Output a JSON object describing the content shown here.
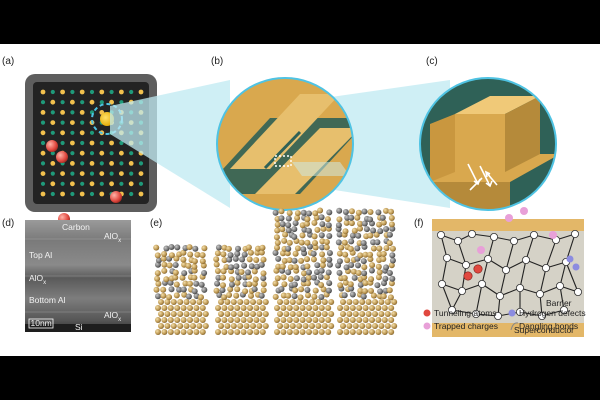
{
  "panels": {
    "a": "(a)",
    "b": "(b)",
    "c": "(c)",
    "d": "(d)",
    "e": "(e)",
    "f": "(f)"
  },
  "tem": {
    "carbon": "Carbon",
    "alox_top": "AlO",
    "alox_top_sub": "x",
    "top_al": "Top Al",
    "alox_mid": "AlO",
    "alox_mid_sub": "x",
    "bottom_al": "Bottom Al",
    "alox_bottom": "AlO",
    "alox_bottom_sub": "x",
    "scale": "10nm",
    "si": "Si"
  },
  "schematic": {
    "barrier": "Barrier",
    "superconductor": "Superconductor"
  },
  "legend": {
    "tunneling": "Tunneling atoms",
    "trapped": "Trapped charges",
    "hydrogen": "Hydrogen defects",
    "dangling": "Dangling bonds"
  },
  "colors": {
    "gold": "#d9a84e",
    "chip_dark": "#3a3a3a",
    "teal": "#1f9a7a",
    "highlight": "#bfeaf2",
    "red_defect": "#e0483f",
    "pink": "#e8a0d8",
    "blue": "#8c8ce0"
  }
}
